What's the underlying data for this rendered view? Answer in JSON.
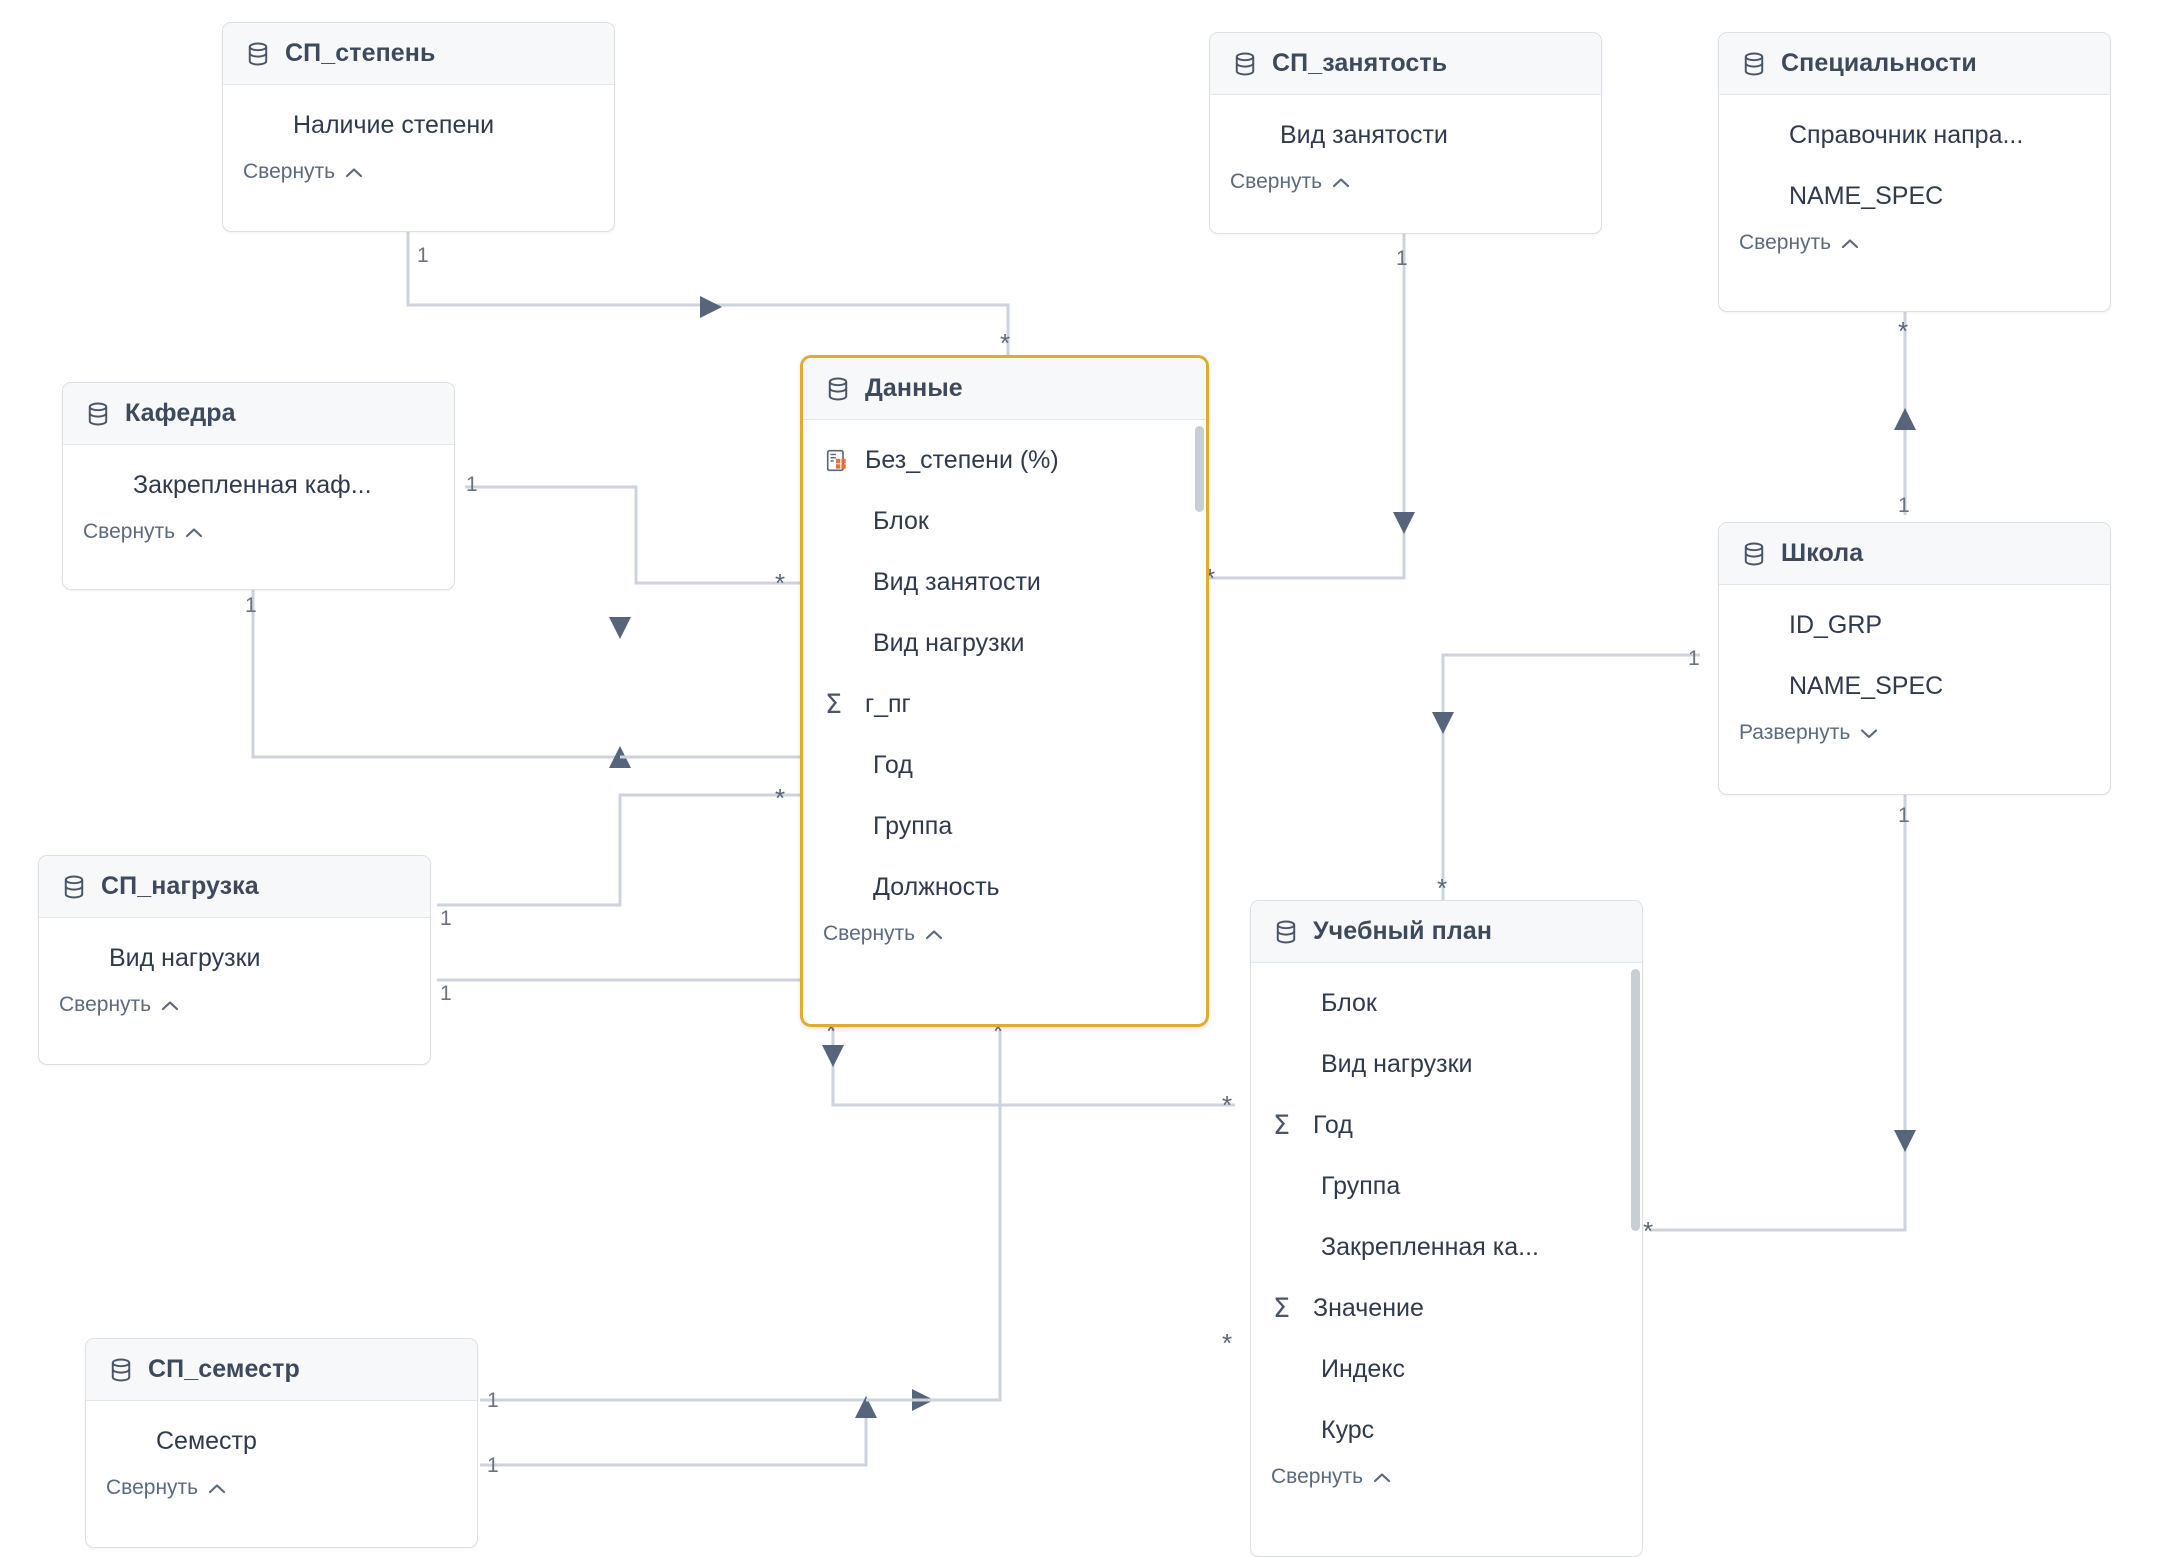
{
  "diagram": {
    "type": "entity-relationship-model",
    "selected_entity": "Данные",
    "accent_selected": "#e3ab2e",
    "line_color": "#c4cbd6",
    "arrow_color": "#56647c",
    "header_bg": "#f7f8fa",
    "collapse_label": "Свернуть",
    "expand_label": "Развернуть"
  },
  "entities": [
    {
      "id": "sp_stepen",
      "title": "СП_степень",
      "fields": [
        {
          "label": "Наличие степени",
          "icon": "none"
        }
      ],
      "toggle": "Свернуть",
      "toggle_dir": "up"
    },
    {
      "id": "sp_zanyatost",
      "title": "СП_занятость",
      "fields": [
        {
          "label": "Вид занятости",
          "icon": "none"
        }
      ],
      "toggle": "Свернуть",
      "toggle_dir": "up"
    },
    {
      "id": "specialnosti",
      "title": "Специальности",
      "fields": [
        {
          "label": "Справочник напра...",
          "icon": "none"
        },
        {
          "label": "NAME_SPEC",
          "icon": "none"
        }
      ],
      "toggle": "Свернуть",
      "toggle_dir": "up"
    },
    {
      "id": "kafedra",
      "title": "Кафедра",
      "fields": [
        {
          "label": "Закрепленная каф...",
          "icon": "none"
        }
      ],
      "toggle": "Свернуть",
      "toggle_dir": "up"
    },
    {
      "id": "dannye",
      "title": "Данные",
      "selected": true,
      "fields": [
        {
          "label": "Без_степени (%)",
          "icon": "calc"
        },
        {
          "label": "Блок",
          "icon": "none"
        },
        {
          "label": "Вид занятости",
          "icon": "none"
        },
        {
          "label": "Вид нагрузки",
          "icon": "none"
        },
        {
          "label": "г_пг",
          "icon": "sigma"
        },
        {
          "label": "Год",
          "icon": "none"
        },
        {
          "label": "Группа",
          "icon": "none"
        },
        {
          "label": "Должность",
          "icon": "none"
        }
      ],
      "toggle": "Свернуть",
      "toggle_dir": "up"
    },
    {
      "id": "shkola",
      "title": "Школа",
      "fields": [
        {
          "label": "ID_GRP",
          "icon": "none"
        },
        {
          "label": "NAME_SPEC",
          "icon": "none"
        }
      ],
      "toggle": "Развернуть",
      "toggle_dir": "down"
    },
    {
      "id": "sp_nagruzka",
      "title": "СП_нагрузка",
      "fields": [
        {
          "label": "Вид нагрузки",
          "icon": "none"
        }
      ],
      "toggle": "Свернуть",
      "toggle_dir": "up"
    },
    {
      "id": "uchebny_plan",
      "title": "Учебный план",
      "fields": [
        {
          "label": "Блок",
          "icon": "none"
        },
        {
          "label": "Вид нагрузки",
          "icon": "none"
        },
        {
          "label": "Год",
          "icon": "sigma"
        },
        {
          "label": "Группа",
          "icon": "none"
        },
        {
          "label": "Закрепленная ка...",
          "icon": "none"
        },
        {
          "label": "Значение",
          "icon": "sigma"
        },
        {
          "label": "Индекс",
          "icon": "none"
        },
        {
          "label": "Курс",
          "icon": "none"
        }
      ],
      "toggle": "Свернуть",
      "toggle_dir": "up"
    },
    {
      "id": "sp_semestr",
      "title": "СП_семестр",
      "fields": [
        {
          "label": "Семестр",
          "icon": "none"
        }
      ],
      "toggle": "Свернуть",
      "toggle_dir": "up"
    }
  ],
  "edge_labels": {
    "one": "1",
    "many": "*"
  },
  "relationships": [
    {
      "from": "СП_степень",
      "from_card": "1",
      "to": "Данные",
      "to_card": "*"
    },
    {
      "from": "СП_занятость",
      "from_card": "1",
      "to": "Данные",
      "to_card": "*"
    },
    {
      "from": "Кафедра",
      "from_card": "1",
      "to": "Данные",
      "to_card": "*"
    },
    {
      "from": "Кафедра",
      "from_card": "1",
      "to": "Данные",
      "to_card": "*"
    },
    {
      "from": "СП_нагрузка",
      "from_card": "1",
      "to": "Данные",
      "to_card": "*"
    },
    {
      "from": "СП_нагрузка",
      "from_card": "1",
      "to": "Данные",
      "to_card": "*"
    },
    {
      "from": "Школа",
      "from_card": "1",
      "to": "Учебный план",
      "to_card": "*"
    },
    {
      "from": "Школа",
      "from_card": "1",
      "to": "Учебный план",
      "to_card": "*"
    },
    {
      "from": "Специальности",
      "from_card": "*",
      "to": "Школа",
      "to_card": "1"
    },
    {
      "from": "Данные",
      "from_card": "*",
      "to": "Учебный план",
      "to_card": "*"
    },
    {
      "from": "СП_семестр",
      "from_card": "1",
      "to": "Учебный план",
      "to_card": "*"
    },
    {
      "from": "СП_семестр",
      "from_card": "1",
      "to": "Учебный план",
      "to_card": "*"
    }
  ]
}
